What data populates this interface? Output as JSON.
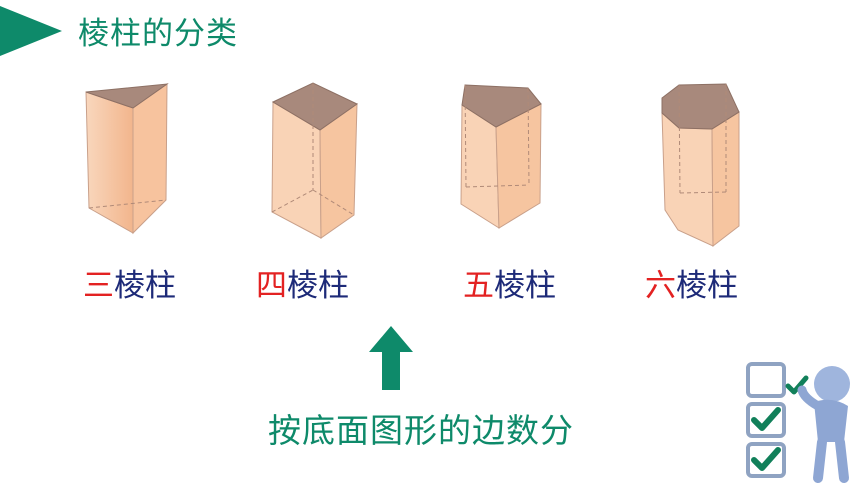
{
  "title": "棱柱的分类",
  "prisms": [
    {
      "prefix": "三",
      "suffix": "棱柱",
      "icon": "triangular-prism"
    },
    {
      "prefix": "四",
      "suffix": "棱柱",
      "icon": "rectangular-prism"
    },
    {
      "prefix": "五",
      "suffix": "棱柱",
      "icon": "pentagonal-prism"
    },
    {
      "prefix": "六",
      "suffix": "棱柱",
      "icon": "hexagonal-prism"
    }
  ],
  "classification_note": "按底面图形的边数分",
  "colors": {
    "accent": "#0e8a6a",
    "highlight": "#e32222",
    "text": "#1d2a78",
    "prism_face": "#f6c9a6",
    "prism_top": "#a8897c"
  }
}
